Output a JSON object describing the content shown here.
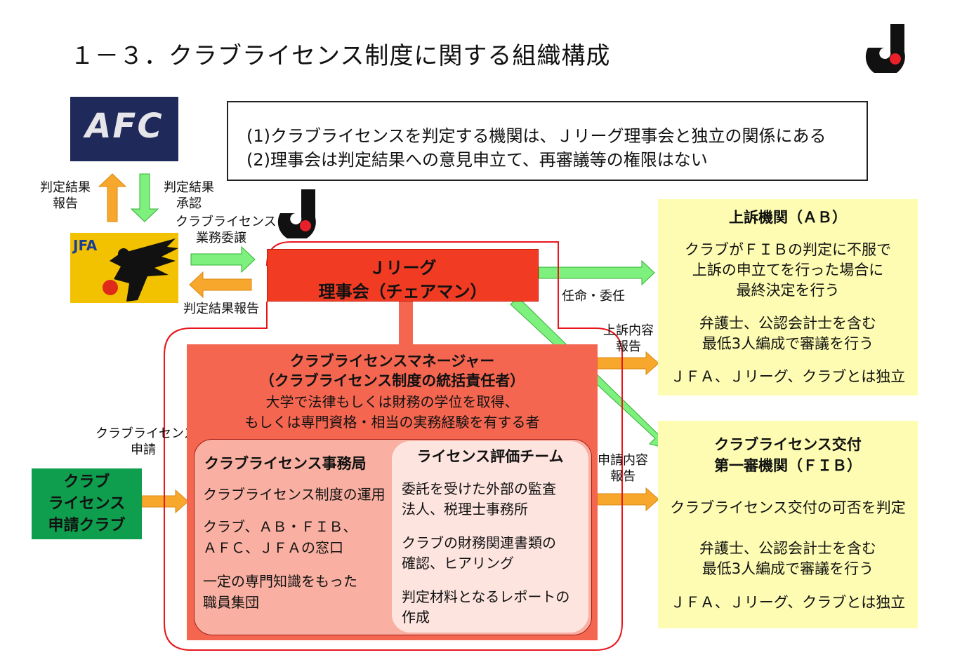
{
  "title": "１－３．クラブライセンス制度に関する組織構成",
  "notes": [
    "(1)クラブライセンスを判定する機関は、Ｊリーグ理事会と独立の関係にある",
    "(2)理事会は判定結果への意見申立て、再審議等の権限はない"
  ],
  "logos": {
    "afc": "AFC",
    "jfa": "JFA"
  },
  "arrow_labels": {
    "afc_up": [
      "判定結果",
      "報告"
    ],
    "afc_down": [
      "判定結果",
      "承認"
    ],
    "delegate": [
      "クラブライセンス",
      "業務委譲"
    ],
    "result_report": "判定結果報告",
    "appoint": "任命・委任",
    "appeal_report": [
      "上訴内容",
      "報告"
    ],
    "apply_report": [
      "申請内容",
      "報告"
    ],
    "club_apply": [
      "クラブライセンス",
      "申請"
    ]
  },
  "council": {
    "line1": "Ｊリーグ",
    "line2": "理事会（チェアマン）"
  },
  "manager": {
    "line1": "クラブライセンスマネージャー",
    "line2": "（クラブライセンス制度の統括責任者）",
    "line3": "大学で法律もしくは財務の学位を取得、",
    "line4": "もしくは専門資格・相当の実務経験を有する者"
  },
  "office": {
    "title": "クラブライセンス事務局",
    "items": [
      "クラブライセンス制度の運用",
      "クラブ、ＡＢ・ＦＩＢ、",
      "ＡＦＣ、ＪＦＡの窓口",
      "一定の専門知識をもった",
      "職員集団"
    ]
  },
  "team": {
    "title": "ライセンス評価チーム",
    "items": [
      "委託を受けた外部の監査",
      "法人、税理士事務所",
      "クラブの財務関連書類の",
      "確認、ヒアリング",
      "判定材料となるレポートの",
      "作成"
    ]
  },
  "club": {
    "lines": [
      "クラブ",
      "ライセンス",
      "申請クラブ"
    ]
  },
  "ab": {
    "title": "上訴機関（ＡＢ）",
    "lines": [
      "クラブがＦＩＢの判定に不服で",
      "上訴の申立てを行った場合に",
      "最終決定を行う",
      "弁護士、公認会計士を含む",
      "最低3人編成で審議を行う",
      "ＪＦＡ、Ｊリーグ、クラブとは独立"
    ]
  },
  "fib": {
    "title1": "クラブライセンス交付",
    "title2": "第一審機関（ＦＩＢ）",
    "lines": [
      "クラブライセンス交付の可否を判定",
      "弁護士、公認会計士を含む",
      "最低3人編成で審議を行う",
      "ＪＦＡ、Ｊリーグ、クラブとは独立"
    ]
  },
  "colors": {
    "council": "#f13c23",
    "manager": "#f56651",
    "office": "#f9b0a2",
    "team": "#fde4df",
    "yellow": "#fdfcb2",
    "green_arrow": "#7ef07e",
    "orange_arrow": "#f7a72c",
    "club": "#0f9e4e"
  }
}
